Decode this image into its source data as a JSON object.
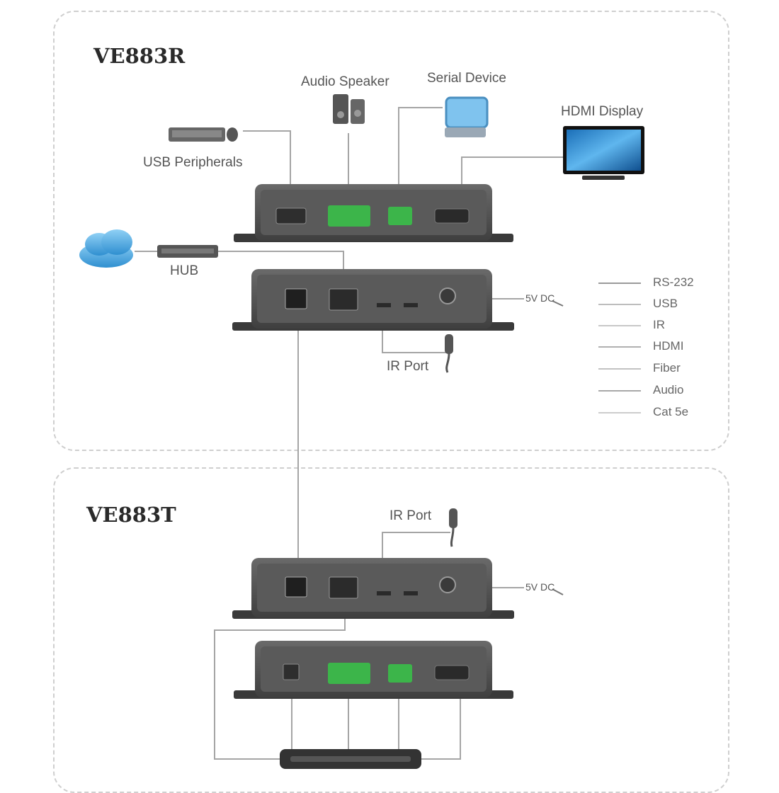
{
  "receiver": {
    "model": "VE883R",
    "devices": {
      "audio_speaker": "Audio Speaker",
      "serial_device": "Serial Device",
      "hdmi_display": "HDMI Display",
      "usb_peripherals": "USB Peripherals",
      "hub": "HUB",
      "ir_port": "IR Port"
    },
    "power_label": "5V DC"
  },
  "transmitter": {
    "model": "VE883T",
    "devices": {
      "ir_port": "IR Port"
    },
    "power_label": "5V DC"
  },
  "legend": [
    {
      "label": "RS-232",
      "color": "#9a9a9a"
    },
    {
      "label": "USB",
      "color": "#bdbdbd"
    },
    {
      "label": "IR",
      "color": "#c8c8c8"
    },
    {
      "label": "HDMI",
      "color": "#b0b0b0"
    },
    {
      "label": "Fiber",
      "color": "#c2c2c2"
    },
    {
      "label": "Audio",
      "color": "#a8a8a8"
    },
    {
      "label": "Cat 5e",
      "color": "#cccccc"
    }
  ],
  "colors": {
    "device_body": "#4a4a4a",
    "device_face": "#5e5e5e",
    "terminal_green": "#3cb54a",
    "cable": "#a5a5a5",
    "panel_border": "#cfcfcf"
  }
}
